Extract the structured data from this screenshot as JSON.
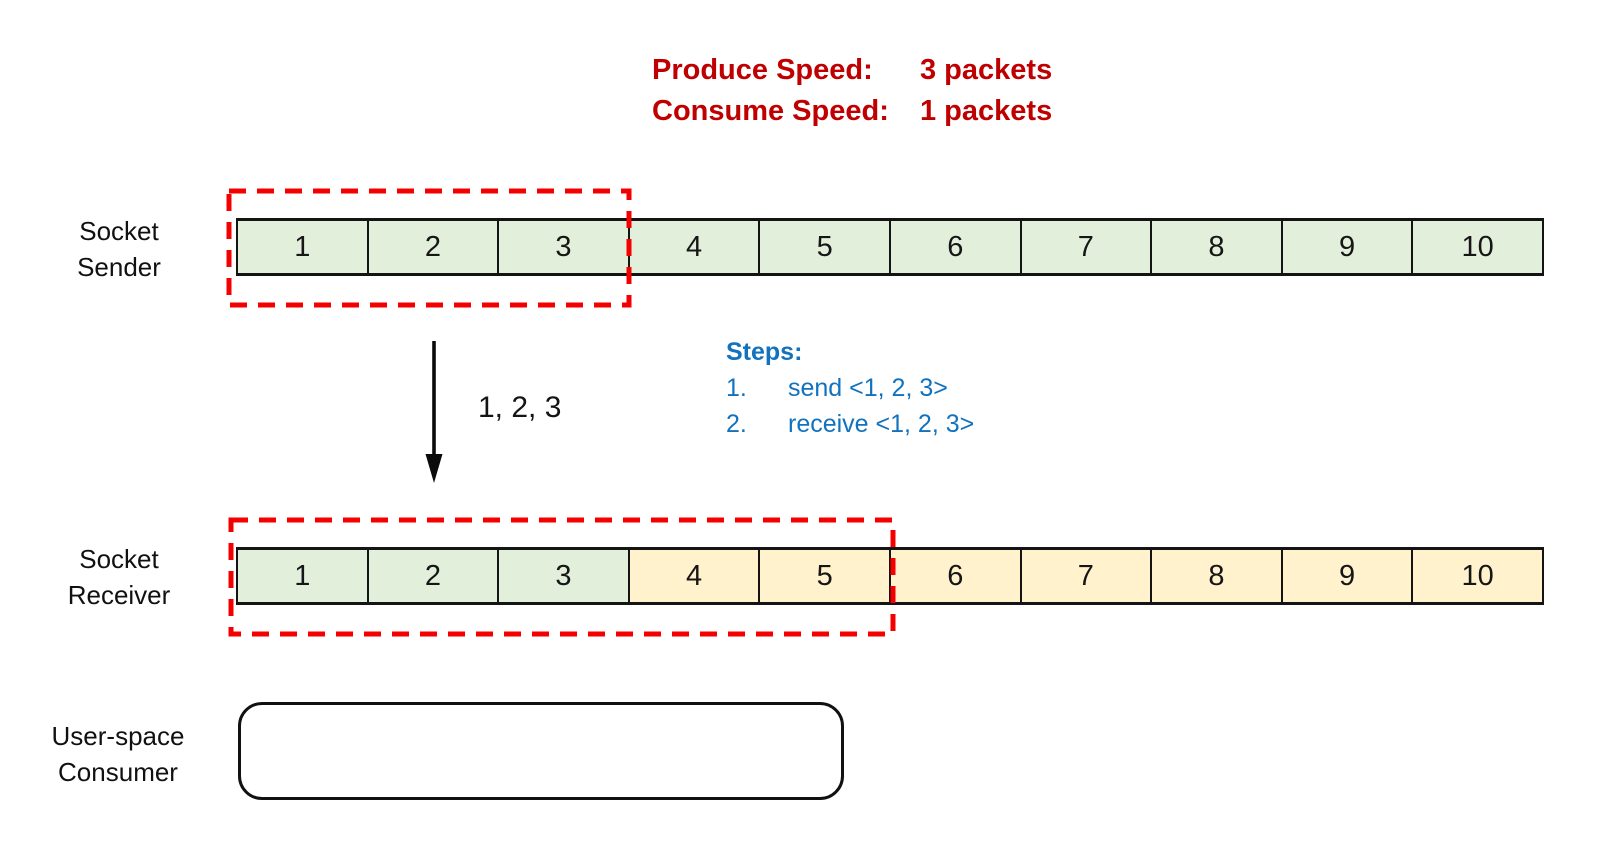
{
  "colors": {
    "cell_green": "#e2efda",
    "cell_yellow": "#fff2cc",
    "dash_red": "#f40000",
    "text_red": "#c00000",
    "text_blue": "#1272bd",
    "ink": "#121212"
  },
  "header": {
    "rows": [
      {
        "label": "Produce Speed:",
        "value": "3 packets"
      },
      {
        "label": "Consume Speed:",
        "value": "1 packets"
      }
    ]
  },
  "sender": {
    "label_line1": "Socket",
    "label_line2": "Sender",
    "dashed_window": {
      "from": 1,
      "to": 3
    },
    "cells": [
      {
        "value": "1",
        "state": "green"
      },
      {
        "value": "2",
        "state": "green"
      },
      {
        "value": "3",
        "state": "green"
      },
      {
        "value": "4",
        "state": "green"
      },
      {
        "value": "5",
        "state": "green"
      },
      {
        "value": "6",
        "state": "green"
      },
      {
        "value": "7",
        "state": "green"
      },
      {
        "value": "8",
        "state": "green"
      },
      {
        "value": "9",
        "state": "green"
      },
      {
        "value": "10",
        "state": "green"
      }
    ]
  },
  "transfer": {
    "arrow_label": "1, 2, 3"
  },
  "steps": {
    "heading": "Steps:",
    "items": [
      {
        "num": "1.",
        "text": "send <1, 2, 3>"
      },
      {
        "num": "2.",
        "text": "receive <1, 2, 3>"
      }
    ]
  },
  "receiver": {
    "label_line1": "Socket",
    "label_line2": "Receiver",
    "dashed_window": {
      "from": 1,
      "to": 5
    },
    "cells": [
      {
        "value": "1",
        "state": "green"
      },
      {
        "value": "2",
        "state": "green"
      },
      {
        "value": "3",
        "state": "green"
      },
      {
        "value": "4",
        "state": "yellow"
      },
      {
        "value": "5",
        "state": "yellow"
      },
      {
        "value": "6",
        "state": "yellow"
      },
      {
        "value": "7",
        "state": "yellow"
      },
      {
        "value": "8",
        "state": "yellow"
      },
      {
        "value": "9",
        "state": "yellow"
      },
      {
        "value": "10",
        "state": "yellow"
      }
    ]
  },
  "consumer": {
    "label_line1": "User-space",
    "label_line2": "Consumer"
  }
}
